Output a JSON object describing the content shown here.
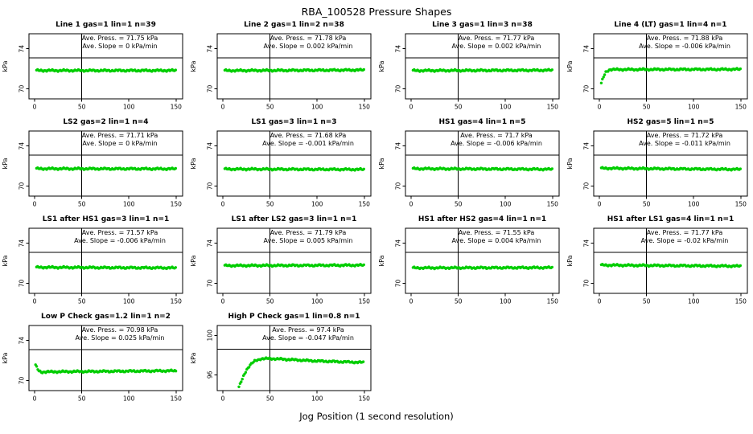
{
  "colors": {
    "points": "#00CD00",
    "axis": "#000000"
  },
  "chart_data": {
    "type": "scatter",
    "title": "RBA_100528  Pressure Shapes",
    "xlabel": "Jog Position (1 second resolution)",
    "grid": false,
    "legend": "none",
    "x_ticks": [
      0,
      50,
      100,
      150
    ],
    "xlim": [
      -6,
      157
    ],
    "panels": [
      {
        "title": "Line 1 gas=1 lin=1 n=39",
        "press_kpa": 71.75,
        "slope_kpa_min": 0,
        "ave_press": "Ave. Press. = 71.75 kPa",
        "ave_slope": "Ave. Slope = 0 kPa/min",
        "ylabel": "kPa",
        "y_ticks": [
          70,
          74
        ],
        "ylim": [
          69.0,
          75.5
        ],
        "hline": 73.1,
        "vline": 50,
        "x_start": 2,
        "x_end": 150,
        "profile": [
          [
            2,
            71.83
          ],
          [
            150,
            71.83
          ]
        ]
      },
      {
        "title": "Line 2 gas=1 lin=2 n=38",
        "press_kpa": 71.78,
        "slope_kpa_min": 0.002,
        "ave_press": "Ave. Press. = 71.78 kPa",
        "ave_slope": "Ave. Slope = 0.002 kPa/min",
        "ylabel": "kPa",
        "y_ticks": [
          70,
          74
        ],
        "ylim": [
          69.0,
          75.5
        ],
        "hline": 73.1,
        "vline": 50,
        "x_start": 2,
        "x_end": 150,
        "profile": [
          [
            2,
            71.82
          ],
          [
            150,
            71.88
          ]
        ]
      },
      {
        "title": "Line 3 gas=1 lin=3 n=38",
        "press_kpa": 71.77,
        "slope_kpa_min": 0.002,
        "ave_press": "Ave. Press. = 71.77 kPa",
        "ave_slope": "Ave. Slope = 0.002 kPa/min",
        "ylabel": "kPa",
        "y_ticks": [
          70,
          74
        ],
        "ylim": [
          69.0,
          75.5
        ],
        "hline": 73.1,
        "vline": 50,
        "x_start": 2,
        "x_end": 150,
        "profile": [
          [
            2,
            71.82
          ],
          [
            150,
            71.86
          ]
        ]
      },
      {
        "title": "Line 4 (LT) gas=1 lin=4 n=1",
        "press_kpa": 71.88,
        "slope_kpa_min": -0.006,
        "ave_press": "Ave. Press. = 71.88 kPa",
        "ave_slope": "Ave. Slope = -0.006 kPa/min",
        "ylabel": "kPa",
        "y_ticks": [
          70,
          74
        ],
        "ylim": [
          69.0,
          75.5
        ],
        "hline": 73.1,
        "vline": 50,
        "x_start": 2,
        "x_end": 150,
        "profile": [
          [
            2,
            70.55
          ],
          [
            4,
            71.1
          ],
          [
            7,
            71.7
          ],
          [
            11,
            71.93
          ],
          [
            150,
            71.95
          ]
        ]
      },
      {
        "title": "LS2 gas=2 lin=1 n=4",
        "press_kpa": 71.71,
        "slope_kpa_min": 0,
        "ave_press": "Ave. Press. = 71.71 kPa",
        "ave_slope": "Ave. Slope = 0 kPa/min",
        "ylabel": "kPa",
        "y_ticks": [
          70,
          74
        ],
        "ylim": [
          69.0,
          75.5
        ],
        "hline": 73.1,
        "vline": 50,
        "x_start": 2,
        "x_end": 150,
        "profile": [
          [
            2,
            71.74
          ],
          [
            150,
            71.72
          ]
        ]
      },
      {
        "title": "LS1 gas=3 lin=1 n=3",
        "press_kpa": 71.68,
        "slope_kpa_min": -0.001,
        "ave_press": "Ave. Press. = 71.68 kPa",
        "ave_slope": "Ave. Slope = -0.001 kPa/min",
        "ylabel": "kPa",
        "y_ticks": [
          70,
          74
        ],
        "ylim": [
          69.0,
          75.5
        ],
        "hline": 73.1,
        "vline": 50,
        "x_start": 2,
        "x_end": 150,
        "profile": [
          [
            2,
            71.7
          ],
          [
            150,
            71.66
          ]
        ]
      },
      {
        "title": "HS1 gas=4 lin=1 n=5",
        "press_kpa": 71.7,
        "slope_kpa_min": -0.006,
        "ave_press": "Ave. Press. = 71.7 kPa",
        "ave_slope": "Ave. Slope = -0.006 kPa/min",
        "ylabel": "kPa",
        "y_ticks": [
          70,
          74
        ],
        "ylim": [
          69.0,
          75.5
        ],
        "hline": 73.1,
        "vline": 50,
        "x_start": 2,
        "x_end": 150,
        "profile": [
          [
            2,
            71.74
          ],
          [
            150,
            71.68
          ]
        ]
      },
      {
        "title": "HS2 gas=5 lin=1 n=5",
        "press_kpa": 71.72,
        "slope_kpa_min": -0.011,
        "ave_press": "Ave. Press. = 71.72 kPa",
        "ave_slope": "Ave. Slope = -0.011 kPa/min",
        "ylabel": "kPa",
        "y_ticks": [
          70,
          74
        ],
        "ylim": [
          69.0,
          75.5
        ],
        "hline": 73.1,
        "vline": 50,
        "x_start": 2,
        "x_end": 150,
        "profile": [
          [
            2,
            71.78
          ],
          [
            150,
            71.67
          ]
        ]
      },
      {
        "title": "LS1 after HS1 gas=3 lin=1 n=1",
        "press_kpa": 71.57,
        "slope_kpa_min": -0.006,
        "ave_press": "Ave. Press. = 71.57 kPa",
        "ave_slope": "Ave. Slope = -0.006 kPa/min",
        "ylabel": "kPa",
        "y_ticks": [
          70,
          74
        ],
        "ylim": [
          69.0,
          75.5
        ],
        "hline": 73.1,
        "vline": 50,
        "x_start": 2,
        "x_end": 150,
        "profile": [
          [
            2,
            71.6
          ],
          [
            150,
            71.54
          ]
        ]
      },
      {
        "title": "LS1 after LS2 gas=3 lin=1 n=1",
        "press_kpa": 71.79,
        "slope_kpa_min": 0.005,
        "ave_press": "Ave. Press. = 71.79 kPa",
        "ave_slope": "Ave. Slope = 0.005 kPa/min",
        "ylabel": "kPa",
        "y_ticks": [
          70,
          74
        ],
        "ylim": [
          69.0,
          75.5
        ],
        "hline": 73.1,
        "vline": 50,
        "x_start": 2,
        "x_end": 150,
        "profile": [
          [
            2,
            71.77
          ],
          [
            150,
            71.81
          ]
        ]
      },
      {
        "title": "HS1 after HS2 gas=4 lin=1 n=1",
        "press_kpa": 71.55,
        "slope_kpa_min": 0.004,
        "ave_press": "Ave. Press. = 71.55 kPa",
        "ave_slope": "Ave. Slope = 0.004 kPa/min",
        "ylabel": "kPa",
        "y_ticks": [
          70,
          74
        ],
        "ylim": [
          69.0,
          75.5
        ],
        "hline": 73.1,
        "vline": 50,
        "x_start": 2,
        "x_end": 150,
        "profile": [
          [
            2,
            71.54
          ],
          [
            150,
            71.57
          ]
        ]
      },
      {
        "title": "HS1 after LS1 gas=4 lin=1 n=1",
        "press_kpa": 71.77,
        "slope_kpa_min": -0.02,
        "ave_press": "Ave. Press. = 71.77 kPa",
        "ave_slope": "Ave. Slope = -0.02 kPa/min",
        "ylabel": "kPa",
        "y_ticks": [
          70,
          74
        ],
        "ylim": [
          69.0,
          75.5
        ],
        "hline": 73.1,
        "vline": 50,
        "x_start": 2,
        "x_end": 150,
        "profile": [
          [
            2,
            71.82
          ],
          [
            150,
            71.72
          ]
        ]
      },
      {
        "title": "Low P Check gas=1.2 lin=1 n=2",
        "press_kpa": 70.98,
        "slope_kpa_min": 0.025,
        "ave_press": "Ave. Press. = 70.98 kPa",
        "ave_slope": "Ave. Slope = 0.025 kPa/min",
        "ylabel": "kPa",
        "y_ticks": [
          70,
          74
        ],
        "ylim": [
          69.0,
          75.5
        ],
        "hline": 73.1,
        "vline": 50,
        "x_start": 1,
        "x_end": 150,
        "profile": [
          [
            1,
            71.55
          ],
          [
            2,
            71.35
          ],
          [
            4,
            71.0
          ],
          [
            7,
            70.85
          ],
          [
            15,
            70.88
          ],
          [
            150,
            70.98
          ]
        ]
      },
      {
        "title": "High P Check gas=1 lin=0.8 n=1",
        "press_kpa": 97.4,
        "slope_kpa_min": -0.047,
        "ave_press": "Ave. Press. = 97.4 kPa",
        "ave_slope": "Ave. Slope = -0.047 kPa/min",
        "ylabel": "kPa",
        "y_ticks": [
          96,
          100
        ],
        "ylim": [
          94.4,
          101.0
        ],
        "hline": 98.6,
        "vline": 50,
        "x_start": 17,
        "x_end": 150,
        "profile": [
          [
            17,
            94.75
          ],
          [
            19,
            95.2
          ],
          [
            22,
            95.9
          ],
          [
            25,
            96.5
          ],
          [
            29,
            97.0
          ],
          [
            34,
            97.4
          ],
          [
            40,
            97.62
          ],
          [
            50,
            97.65
          ],
          [
            70,
            97.55
          ],
          [
            100,
            97.4
          ],
          [
            150,
            97.25
          ]
        ]
      }
    ]
  }
}
